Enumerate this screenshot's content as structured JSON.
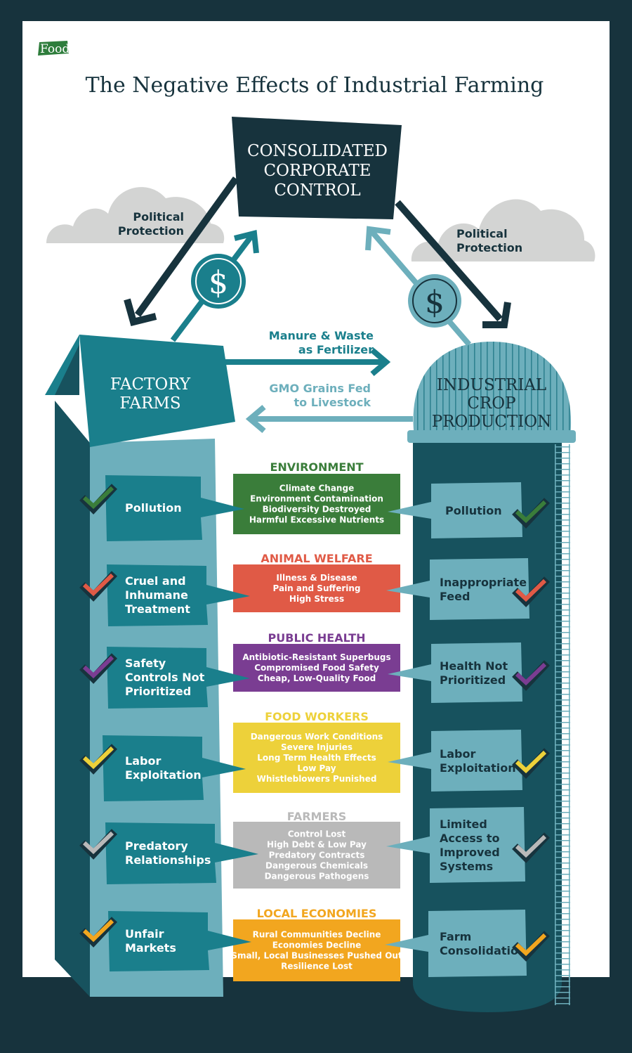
{
  "brand": {
    "name": "FoodPrint"
  },
  "title": "The Negative Effects of Industrial Farming",
  "colors": {
    "navy": "#17333d",
    "teal_dark": "#17525e",
    "teal": "#1a7f8c",
    "teal_light": "#6dafbc",
    "cloud": "#d3d4d3",
    "environment": "#3a7d3a",
    "animal_welfare": "#e05a46",
    "public_health": "#7a3d92",
    "food_workers": "#edd13a",
    "farmers": "#b9b9b9",
    "local_economies": "#f2a61f"
  },
  "top_box": {
    "lines": [
      "CONSOLIDATED",
      "CORPORATE",
      "CONTROL"
    ]
  },
  "clouds": {
    "left": [
      "Political",
      "Protection"
    ],
    "right": [
      "Political",
      "Protection"
    ]
  },
  "dollar_sign": "$",
  "factory": {
    "lines": [
      "FACTORY",
      "FARMS"
    ]
  },
  "crop": {
    "lines": [
      "INDUSTRIAL",
      "CROP",
      "PRODUCTION"
    ]
  },
  "flows": {
    "manure": [
      "Manure & Waste",
      "as Fertilizer"
    ],
    "gmo": [
      "GMO Grains Fed",
      "to Livestock"
    ]
  },
  "categories": [
    {
      "title": "ENVIRONMENT",
      "items": [
        "Climate Change",
        "Environment Contamination",
        "Biodiversity Destroyed",
        "Harmful Excessive Nutrients"
      ],
      "left": [
        "Pollution"
      ],
      "right": [
        "Pollution"
      ]
    },
    {
      "title": "ANIMAL WELFARE",
      "items": [
        "Illness & Disease",
        "Pain and Suffering",
        "High Stress"
      ],
      "left": [
        "Cruel and",
        "Inhumane",
        "Treatment"
      ],
      "right": [
        "Inappropriate",
        "Feed"
      ]
    },
    {
      "title": "PUBLIC HEALTH",
      "items": [
        "Antibiotic-Resistant Superbugs",
        "Compromised Food Safety",
        "Cheap, Low-Quality Food"
      ],
      "left": [
        "Safety",
        "Controls Not",
        "Prioritized"
      ],
      "right": [
        "Health Not",
        "Prioritized"
      ]
    },
    {
      "title": "FOOD WORKERS",
      "items": [
        "Dangerous Work Conditions",
        "Severe Injuries",
        "Long Term Health Effects",
        "Low Pay",
        "Whistleblowers Punished"
      ],
      "left": [
        "Labor",
        "Exploitation"
      ],
      "right": [
        "Labor",
        "Exploitation"
      ]
    },
    {
      "title": "FARMERS",
      "items": [
        "Control Lost",
        "High Debt & Low Pay",
        "Predatory Contracts",
        "Dangerous Chemicals",
        "Dangerous Pathogens"
      ],
      "left": [
        "Predatory",
        "Relationships"
      ],
      "right": [
        "Limited",
        "Access to",
        "Improved",
        "Systems"
      ]
    },
    {
      "title": "LOCAL ECONOMIES",
      "items": [
        "Rural Communities Decline",
        "Economies Decline",
        "Small, Local Businesses Pushed Out",
        "Resilience Lost"
      ],
      "left": [
        "Unfair",
        "Markets"
      ],
      "right": [
        "Farm",
        "Consolidation"
      ]
    }
  ]
}
